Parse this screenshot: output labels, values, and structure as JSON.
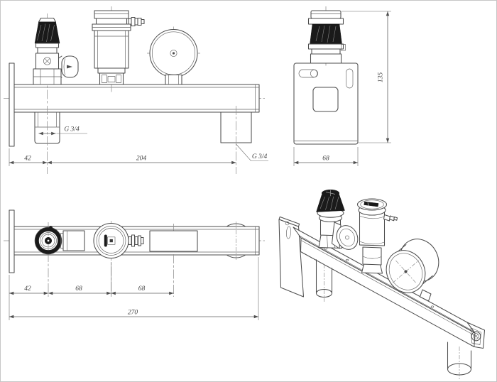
{
  "drawing": {
    "colors": {
      "background": "#ffffff",
      "ink": "#4d4d4d",
      "black_fill": "#1a1a1a",
      "centerline": "#8e8e8e",
      "dimension_text": "#454545"
    },
    "front_view": {
      "dim_offset": "42",
      "dim_length": "204",
      "inlet_thread": "G 3/4",
      "outlet_thread": "G 3/4"
    },
    "side_view": {
      "dim_depth": "68",
      "dim_height": "135"
    },
    "top_view": {
      "dim_offset": "42",
      "dim_spacing_a": "68",
      "dim_spacing_b": "68",
      "dim_total_length": "270"
    }
  }
}
